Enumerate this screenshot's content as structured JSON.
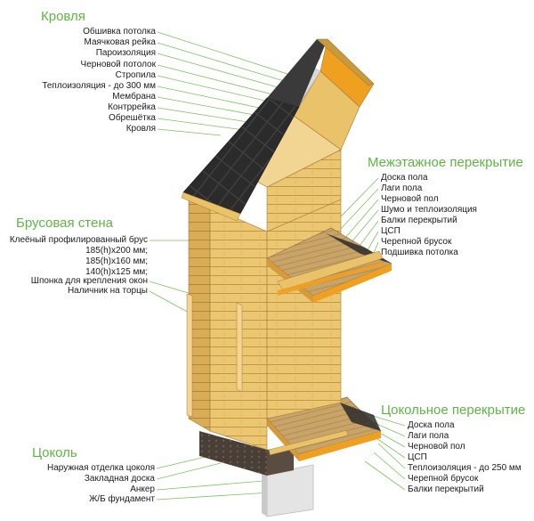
{
  "roof": {
    "title": "Кровля",
    "items": [
      "Обшивка потолка",
      "Маячковая рейка",
      "Пароизоляция",
      "Черновой потолок",
      "Стропила",
      "Теплоизоляция - до 300 мм",
      "Мембрана",
      "Контррейка",
      "Обрешётка",
      "Кровля"
    ]
  },
  "wall": {
    "title": "Брусовая стена",
    "items": [
      "Клеёный профилированный брус",
      "185(h)x200 мм;",
      "185(h)x160 мм;",
      "140(h)x125 мм;",
      "Шпонка для крепления окон",
      "Наличник на торцы"
    ]
  },
  "plinth": {
    "title": "Цоколь",
    "items": [
      "Наружная отделка цоколя",
      "Закладная доска",
      "Анкер",
      "Ж/Б фундамент"
    ]
  },
  "floor_mid": {
    "title": "Межэтажное перекрытие",
    "items": [
      "Доска пола",
      "Лаги пола",
      "Черновой пол",
      "Шумо и теплоизоляция",
      "Балки перекрытий",
      "ЦСП",
      "Черепной брусок",
      "Подшивка потолка"
    ]
  },
  "floor_base": {
    "title": "Цокольное перекрытие",
    "items": [
      "Доска пола",
      "Лаги пола",
      "Черновой пол",
      "ЦСП",
      "Теплоизоляция - до 250 мм",
      "Черепной брусок",
      "Балки перекрытий"
    ]
  },
  "colors": {
    "accent": "#5fb544",
    "leader": "#7cc35c",
    "timber": "#e9c26a",
    "timber_dark": "#c99a3c",
    "insulation": "#f0a020",
    "shingle": "#2a2a2a",
    "concrete": "#d8d8d8",
    "plinth": "#4a3f36"
  }
}
